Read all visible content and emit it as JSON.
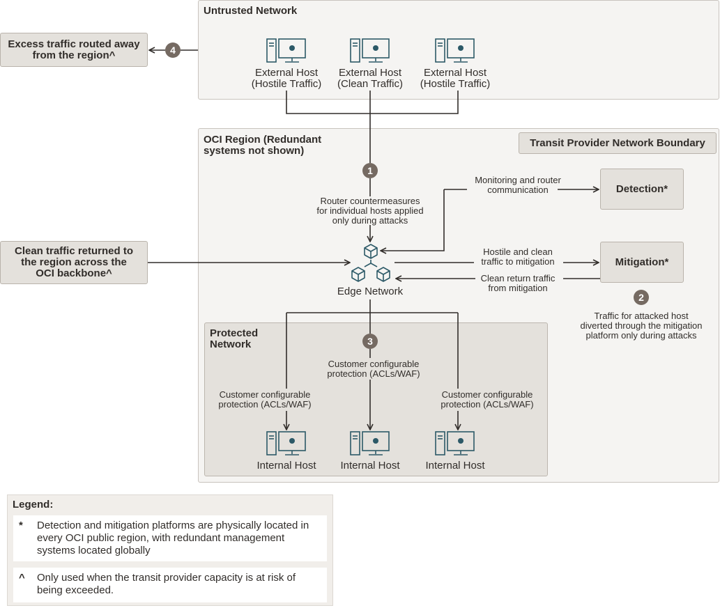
{
  "containers": {
    "untrusted_title": "Untrusted Network",
    "region_title": "OCI Region (Redundant\nsystems not shown)",
    "protected_title": "Protected\nNetwork",
    "transit_boundary": "Transit Provider Network Boundary"
  },
  "external_hosts": [
    {
      "label": "External Host\n(Hostile Traffic)"
    },
    {
      "label": "External Host\n(Clean Traffic)"
    },
    {
      "label": "External Host\n(Hostile Traffic)"
    }
  ],
  "internal_hosts": [
    {
      "label": "Internal Host"
    },
    {
      "label": "Internal Host"
    },
    {
      "label": "Internal Host"
    }
  ],
  "side_boxes": {
    "excess": "Excess traffic routed away\nfrom the region^",
    "clean_return": "Clean traffic returned to\nthe region across the\nOCI backbone^",
    "detection": "Detection*",
    "mitigation": "Mitigation*"
  },
  "edge_network": "Edge Network",
  "steps": [
    "1",
    "2",
    "3",
    "4"
  ],
  "annotations": {
    "router_countermeasures": "Router countermeasures\nfor individual hosts applied\nonly during attacks",
    "monitoring": "Monitoring and router\ncommunication",
    "hostile_clean": "Hostile and clean\ntraffic to mitigation",
    "clean_return": "Clean return traffic\nfrom mitigation",
    "diverted": "Traffic for attacked host\ndiverted through the mitigation\nplatform only during attacks",
    "protection_left": "Customer configurable\nprotection (ACLs/WAF)",
    "protection_center": "Customer configurable\nprotection (ACLs/WAF)",
    "protection_right": "Customer configurable\nprotection (ACLs/WAF)"
  },
  "legend": {
    "title": "Legend:",
    "items": [
      {
        "symbol": "*",
        "text": "Detection and mitigation platforms are physically located in every OCI public region, with redundant management systems located globally"
      },
      {
        "symbol": "^",
        "text": "Only used when the transit provider capacity is at risk of being exceeded."
      }
    ]
  },
  "colors": {
    "container_bg": "#f5f4f2",
    "protected_bg": "#e4e1dc",
    "box_bg": "#e4e1dc",
    "badge": "#756a62",
    "icon": "#2c5967",
    "line": "#312d2a"
  }
}
